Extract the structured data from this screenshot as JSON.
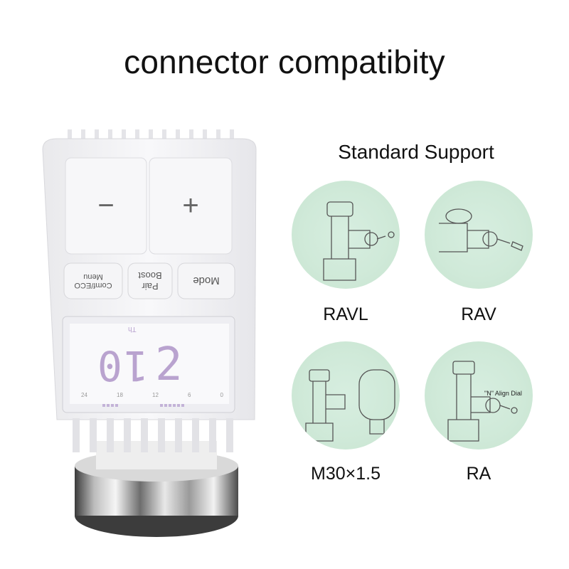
{
  "title": "connector compatibity",
  "subtitle": "Standard Support",
  "device": {
    "minus_label": "−",
    "plus_label": "+",
    "btn_comf_top": "Menu",
    "btn_comf_bottom": "Comf/ECO",
    "btn_boost_top": "Boost",
    "btn_boost_bottom": "Pair",
    "btn_mode": "Mode",
    "lcd_big": "2",
    "lcd_small": "10",
    "lcd_th": "Th",
    "lcd_scale": [
      "24",
      "18",
      "12",
      "6",
      "0"
    ]
  },
  "valves": [
    {
      "label": "RAVL",
      "icon": "ravl-valve-drawing"
    },
    {
      "label": "RAV",
      "icon": "rav-valve-drawing"
    },
    {
      "label": "M30×1.5",
      "icon": "m30-valve-drawing"
    },
    {
      "label": "RA",
      "icon": "ra-valve-drawing"
    }
  ],
  "ra_note": "\"N\" Align Dial",
  "colors": {
    "valve_bg": "#cfe9d8",
    "device_body": "#f4f4f6",
    "lcd_digits": "#b9a3cf"
  }
}
